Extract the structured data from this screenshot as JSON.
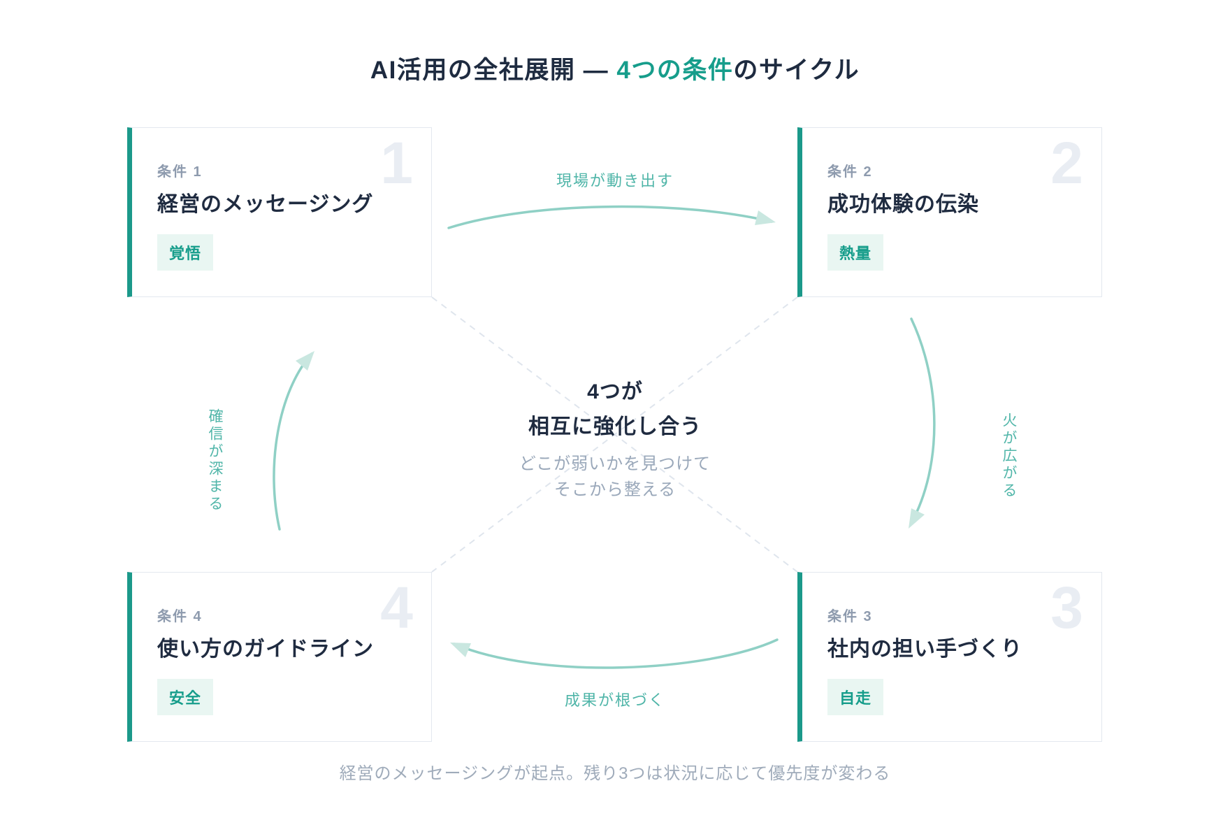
{
  "title": {
    "prefix": "AI活用の全社展開 — ",
    "highlight": "4つの条件",
    "suffix": "のサイクル"
  },
  "cards": [
    {
      "label": "条件 1",
      "number": "1",
      "title": "経営のメッセージング",
      "badge": "覚悟"
    },
    {
      "label": "条件 2",
      "number": "2",
      "title": "成功体験の伝染",
      "badge": "熱量"
    },
    {
      "label": "条件 3",
      "number": "3",
      "title": "社内の担い手づくり",
      "badge": "自走"
    },
    {
      "label": "条件 4",
      "number": "4",
      "title": "使い方のガイドライン",
      "badge": "安全"
    }
  ],
  "center": {
    "line1": "4つが",
    "line2": "相互に強化し合う",
    "sub1": "どこが弱いかを見つけて",
    "sub2": "そこから整える"
  },
  "arrows": {
    "top": "現場が動き出す",
    "right": "火が広がる",
    "bottom": "成果が根づく",
    "left": "確信が深まる"
  },
  "footnote": "経営のメッセージングが起点。残り3つは状況に応じて優先度が変わる",
  "colors": {
    "accent": "#169d8b",
    "card_bar": "#1b998a",
    "badge_bg": "#e9f6f2",
    "arrow_stroke": "#8fd0c5",
    "arrowhead_fill": "#c9e7e0",
    "arrow_label": "#4fb5a8",
    "dashed_line": "#dfe5ed",
    "heading_text": "#1e2b40",
    "muted_label": "#8e9bae",
    "sub_text": "#9aa8ba",
    "ghost_number": "#e9edf3"
  }
}
